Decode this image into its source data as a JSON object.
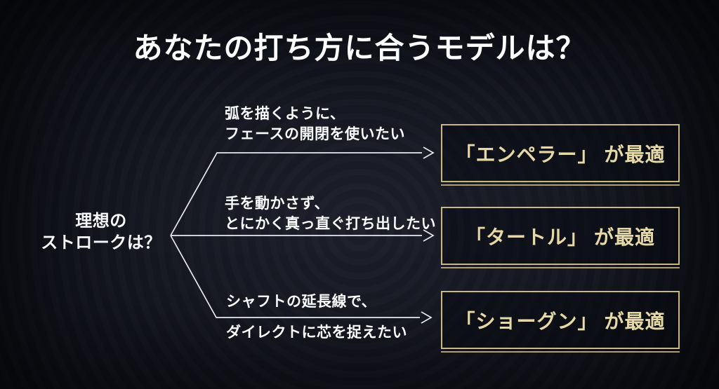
{
  "title": "あなたの打ち方に合うモデルは？",
  "root_question": {
    "line1": "理想の",
    "line2": "ストロークは？"
  },
  "branches": [
    {
      "condition": {
        "line1": "弧を描くように、",
        "line2": "フェースの開閉を使いたい"
      },
      "result": {
        "model": "「エンペラー」",
        "suffix": "が最適"
      }
    },
    {
      "condition": {
        "line1": "手を動かさず、",
        "line2": "とにかく真っ直ぐ打ち出したい"
      },
      "result": {
        "model": "「タートル」",
        "suffix": "が最適"
      }
    },
    {
      "condition": {
        "line1": "シャフトの延長線で、",
        "line2": "ダイレクトに芯を捉えたい"
      },
      "result": {
        "model": "「ショーグン」",
        "suffix": "が最適"
      }
    }
  ],
  "colors": {
    "background": "#14161f",
    "title_text": "#ffffff",
    "condition_text": "#fafbfc",
    "connector_line": "#e8e9ee",
    "box_border_gold": "#c9b87e",
    "box_text_gold": "#e7d9a6"
  }
}
